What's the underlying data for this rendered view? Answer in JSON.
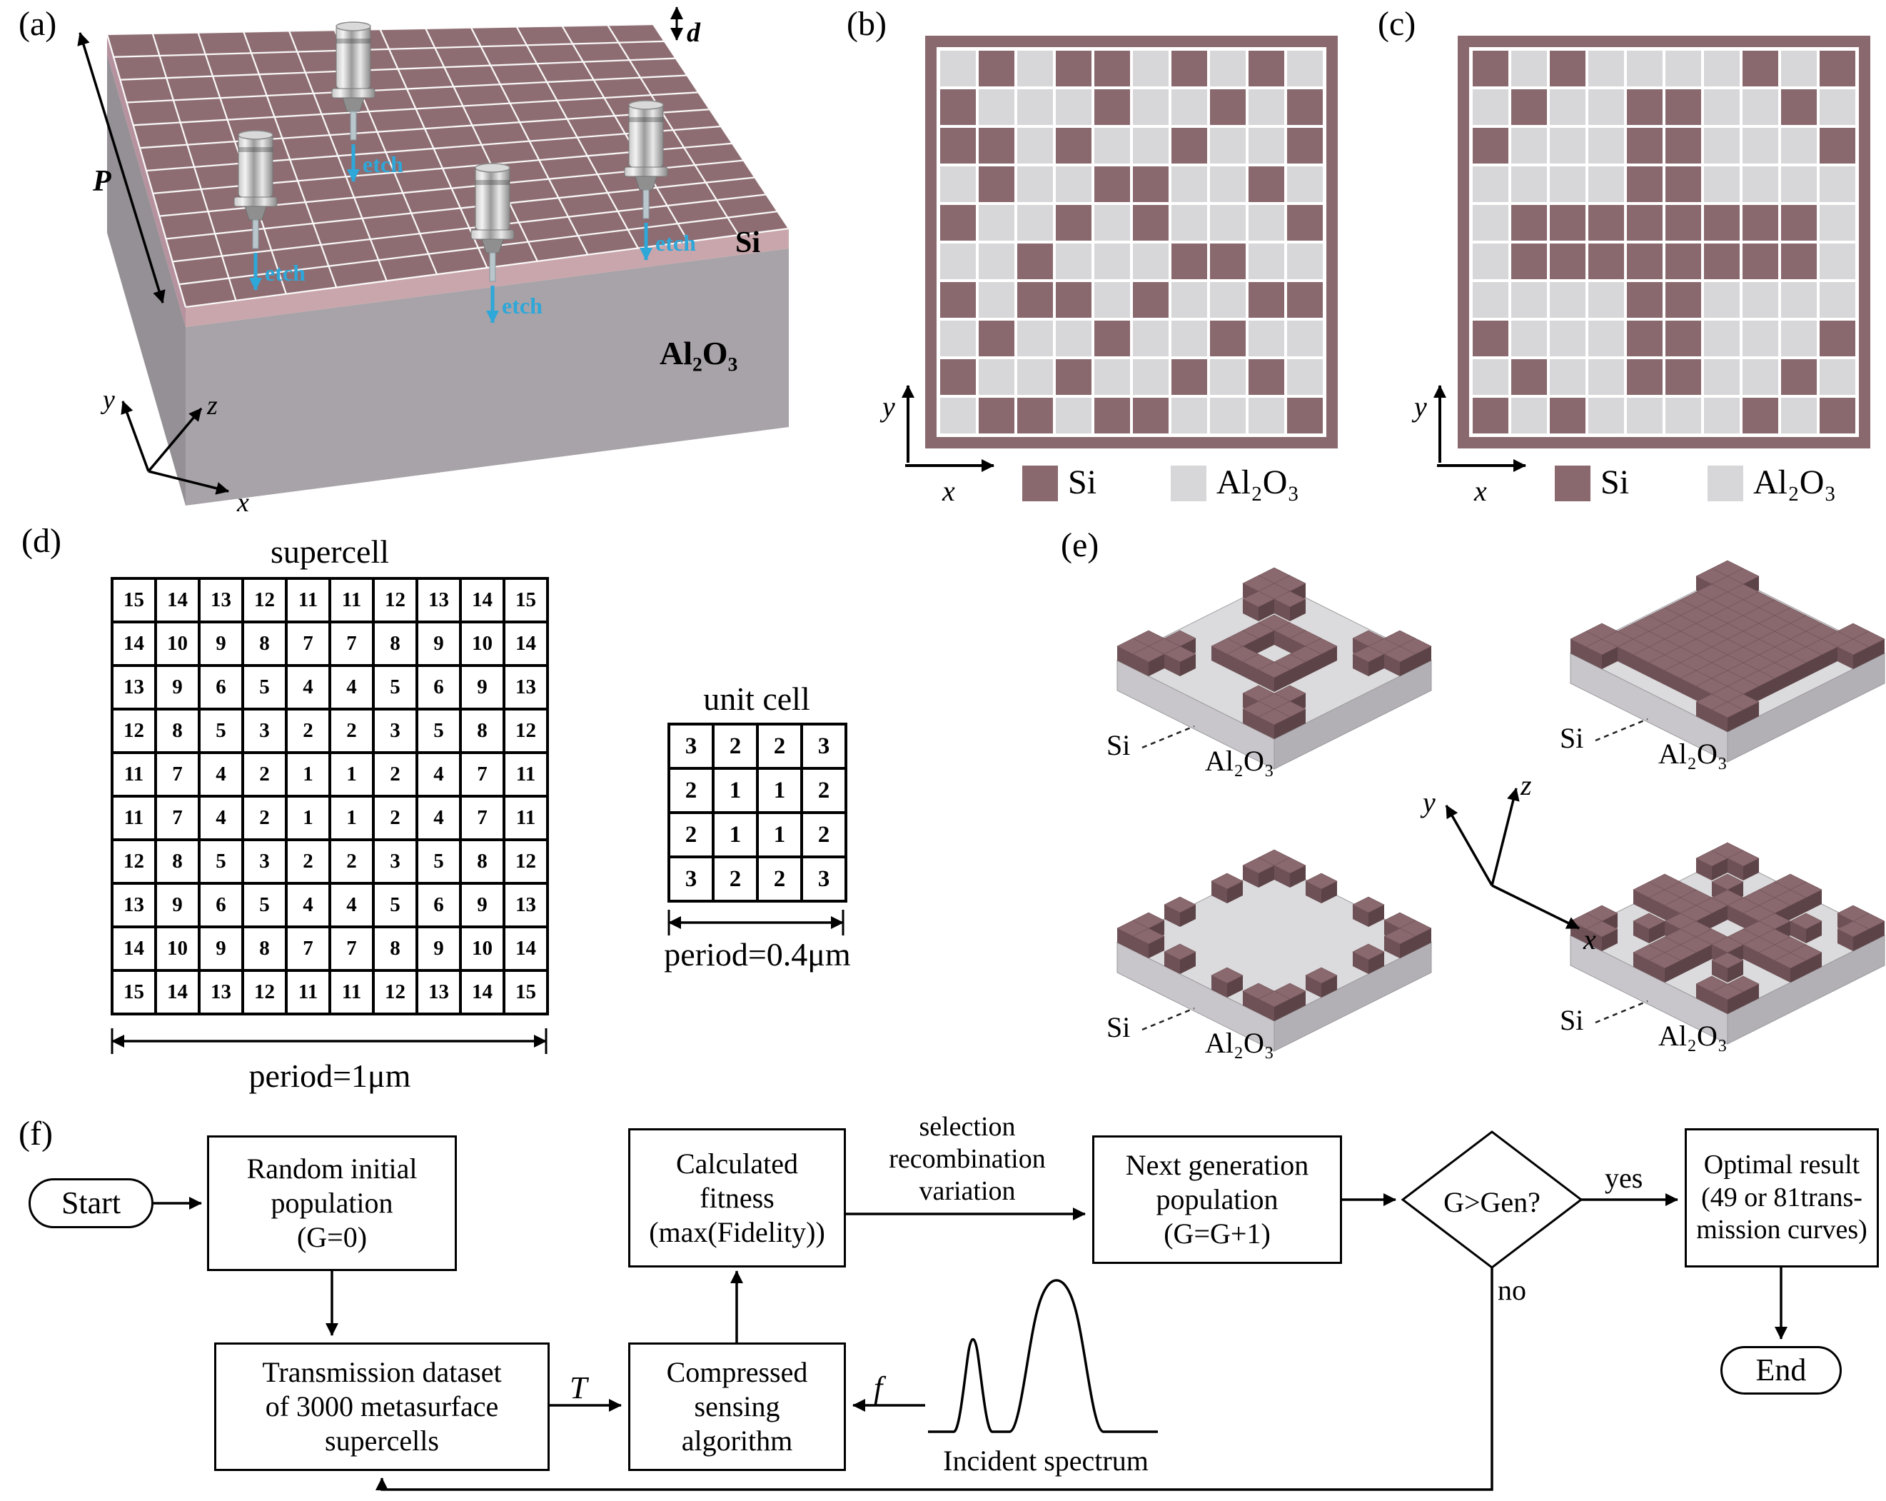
{
  "colors": {
    "si": "#8a696e",
    "si_left": "#6d5156",
    "si_right": "#5c4347",
    "cell_light": "#d7d6d8",
    "al2o3_top": "#dbdadc",
    "al2o3_left": "#c8c6ca",
    "al2o3_right": "#b2b0b4",
    "slab_top": "#8d6d72",
    "slab_si_strip": "#c9a6ab",
    "slab_si_strip_left": "#b6929e",
    "slab_front": "#a8a3a8",
    "slab_left": "#959095",
    "etch": "#2ea7d9"
  },
  "panel_a": {
    "tag": "(a)",
    "labels": {
      "d": "d",
      "P": "P",
      "si": "Si",
      "al2o3": "Al₂O₃",
      "x": "x",
      "y": "y",
      "z": "z"
    },
    "etch": "etch"
  },
  "panel_b": {
    "tag": "(b)",
    "axis_x": "x",
    "axis_y": "y",
    "legend_si": "Si",
    "legend_al2o3": "Al₂O₃",
    "grid": [
      [
        0,
        1,
        0,
        1,
        1,
        0,
        1,
        0,
        1,
        0
      ],
      [
        1,
        0,
        0,
        0,
        1,
        0,
        0,
        1,
        0,
        1
      ],
      [
        1,
        1,
        0,
        1,
        0,
        0,
        1,
        0,
        0,
        1
      ],
      [
        0,
        1,
        0,
        0,
        1,
        1,
        0,
        0,
        1,
        0
      ],
      [
        1,
        0,
        0,
        1,
        0,
        1,
        0,
        0,
        0,
        1
      ],
      [
        0,
        0,
        1,
        0,
        0,
        0,
        1,
        1,
        0,
        0
      ],
      [
        1,
        0,
        1,
        1,
        0,
        1,
        0,
        0,
        1,
        1
      ],
      [
        0,
        1,
        0,
        0,
        1,
        0,
        0,
        1,
        0,
        0
      ],
      [
        1,
        0,
        0,
        1,
        0,
        0,
        1,
        0,
        1,
        0
      ],
      [
        0,
        1,
        1,
        0,
        1,
        1,
        0,
        0,
        0,
        1
      ]
    ]
  },
  "panel_c": {
    "tag": "(c)",
    "axis_x": "x",
    "axis_y": "y",
    "legend_si": "Si",
    "legend_al2o3": "Al₂O₃",
    "grid": [
      [
        1,
        0,
        1,
        0,
        0,
        0,
        0,
        1,
        0,
        1
      ],
      [
        0,
        1,
        0,
        0,
        1,
        1,
        0,
        0,
        1,
        0
      ],
      [
        1,
        0,
        0,
        0,
        1,
        1,
        0,
        0,
        0,
        1
      ],
      [
        0,
        0,
        0,
        0,
        1,
        1,
        0,
        0,
        0,
        0
      ],
      [
        0,
        1,
        1,
        1,
        1,
        1,
        1,
        1,
        1,
        0
      ],
      [
        0,
        1,
        1,
        1,
        1,
        1,
        1,
        1,
        1,
        0
      ],
      [
        0,
        0,
        0,
        0,
        1,
        1,
        0,
        0,
        0,
        0
      ],
      [
        1,
        0,
        0,
        0,
        1,
        1,
        0,
        0,
        0,
        1
      ],
      [
        0,
        1,
        0,
        0,
        1,
        1,
        0,
        0,
        1,
        0
      ],
      [
        1,
        0,
        1,
        0,
        0,
        0,
        0,
        1,
        0,
        1
      ]
    ]
  },
  "panel_d": {
    "tag": "(d)",
    "supercell_title": "supercell",
    "supercell_period": "period=1μm",
    "unitcell_title": "unit cell",
    "unitcell_period": "period=0.4μm",
    "supercell": [
      [
        15,
        14,
        13,
        12,
        11,
        11,
        12,
        13,
        14,
        15
      ],
      [
        14,
        10,
        9,
        8,
        7,
        7,
        8,
        9,
        10,
        14
      ],
      [
        13,
        9,
        6,
        5,
        4,
        4,
        5,
        6,
        9,
        13
      ],
      [
        12,
        8,
        5,
        3,
        2,
        2,
        3,
        5,
        8,
        12
      ],
      [
        11,
        7,
        4,
        2,
        1,
        1,
        2,
        4,
        7,
        11
      ],
      [
        11,
        7,
        4,
        2,
        1,
        1,
        2,
        4,
        7,
        11
      ],
      [
        12,
        8,
        5,
        3,
        2,
        2,
        3,
        5,
        8,
        12
      ],
      [
        13,
        9,
        6,
        5,
        4,
        4,
        5,
        6,
        9,
        13
      ],
      [
        14,
        10,
        9,
        8,
        7,
        7,
        8,
        9,
        10,
        14
      ],
      [
        15,
        14,
        13,
        12,
        11,
        11,
        12,
        13,
        14,
        15
      ]
    ],
    "unitcell": [
      [
        3,
        2,
        2,
        3
      ],
      [
        2,
        1,
        1,
        2
      ],
      [
        2,
        1,
        1,
        2
      ],
      [
        3,
        2,
        2,
        3
      ]
    ]
  },
  "panel_e": {
    "tag": "(e)",
    "axis_x": "x",
    "axis_y": "y",
    "axis_z": "z",
    "tiles": [
      {
        "si": "Si",
        "al2o3": "Al₂O₃",
        "pattern": [
          [
            1,
            1,
            0,
            0,
            0,
            0,
            0,
            0,
            1,
            1
          ],
          [
            1,
            1,
            1,
            0,
            0,
            0,
            0,
            1,
            1,
            1
          ],
          [
            0,
            1,
            0,
            0,
            0,
            0,
            0,
            0,
            1,
            0
          ],
          [
            0,
            0,
            0,
            1,
            1,
            1,
            1,
            0,
            0,
            0
          ],
          [
            0,
            0,
            0,
            1,
            0,
            0,
            1,
            0,
            0,
            0
          ],
          [
            0,
            0,
            0,
            1,
            0,
            0,
            1,
            0,
            0,
            0
          ],
          [
            0,
            0,
            0,
            1,
            1,
            1,
            1,
            0,
            0,
            0
          ],
          [
            0,
            1,
            0,
            0,
            0,
            0,
            0,
            0,
            1,
            0
          ],
          [
            1,
            1,
            1,
            0,
            0,
            0,
            0,
            1,
            1,
            1
          ],
          [
            1,
            1,
            0,
            0,
            0,
            0,
            0,
            0,
            1,
            1
          ]
        ]
      },
      {
        "si": "Si",
        "al2o3": "Al₂O₃",
        "pattern": [
          [
            1,
            1,
            0,
            0,
            0,
            0,
            0,
            0,
            1,
            1
          ],
          [
            1,
            1,
            1,
            1,
            1,
            1,
            1,
            1,
            1,
            1
          ],
          [
            0,
            1,
            1,
            1,
            1,
            1,
            1,
            1,
            1,
            0
          ],
          [
            0,
            1,
            1,
            1,
            1,
            1,
            1,
            1,
            1,
            0
          ],
          [
            0,
            1,
            1,
            1,
            1,
            1,
            1,
            1,
            1,
            0
          ],
          [
            0,
            1,
            1,
            1,
            1,
            1,
            1,
            1,
            1,
            0
          ],
          [
            0,
            1,
            1,
            1,
            1,
            1,
            1,
            1,
            1,
            0
          ],
          [
            0,
            1,
            1,
            1,
            1,
            1,
            1,
            1,
            1,
            0
          ],
          [
            1,
            1,
            1,
            1,
            1,
            1,
            1,
            1,
            1,
            1
          ],
          [
            1,
            1,
            0,
            0,
            0,
            0,
            0,
            0,
            1,
            1
          ]
        ]
      },
      {
        "si": "Si",
        "al2o3": "Al₂O₃",
        "pattern": [
          [
            1,
            1,
            0,
            1,
            0,
            0,
            1,
            0,
            1,
            1
          ],
          [
            1,
            0,
            0,
            0,
            0,
            0,
            0,
            0,
            0,
            1
          ],
          [
            0,
            0,
            0,
            0,
            0,
            0,
            0,
            0,
            0,
            0
          ],
          [
            1,
            0,
            0,
            0,
            0,
            0,
            0,
            0,
            0,
            1
          ],
          [
            0,
            0,
            0,
            0,
            0,
            0,
            0,
            0,
            0,
            0
          ],
          [
            0,
            0,
            0,
            0,
            0,
            0,
            0,
            0,
            0,
            0
          ],
          [
            1,
            0,
            0,
            0,
            0,
            0,
            0,
            0,
            0,
            1
          ],
          [
            0,
            0,
            0,
            0,
            0,
            0,
            0,
            0,
            0,
            0
          ],
          [
            1,
            0,
            0,
            0,
            0,
            0,
            0,
            0,
            0,
            1
          ],
          [
            1,
            1,
            0,
            1,
            0,
            0,
            1,
            0,
            1,
            1
          ]
        ]
      },
      {
        "si": "Si",
        "al2o3": "Al₂O₃",
        "pattern": [
          [
            1,
            1,
            0,
            0,
            1,
            1,
            0,
            0,
            1,
            1
          ],
          [
            1,
            0,
            0,
            0,
            1,
            1,
            0,
            0,
            0,
            1
          ],
          [
            0,
            0,
            1,
            0,
            1,
            1,
            0,
            1,
            0,
            0
          ],
          [
            0,
            0,
            0,
            1,
            1,
            1,
            1,
            0,
            0,
            0
          ],
          [
            1,
            1,
            1,
            1,
            0,
            0,
            1,
            1,
            1,
            1
          ],
          [
            1,
            1,
            1,
            1,
            0,
            0,
            1,
            1,
            1,
            1
          ],
          [
            0,
            0,
            0,
            1,
            1,
            1,
            1,
            0,
            0,
            0
          ],
          [
            0,
            0,
            1,
            0,
            1,
            1,
            0,
            1,
            0,
            0
          ],
          [
            1,
            0,
            0,
            0,
            1,
            1,
            0,
            0,
            0,
            1
          ],
          [
            1,
            1,
            0,
            0,
            1,
            1,
            0,
            0,
            1,
            1
          ]
        ]
      }
    ]
  },
  "panel_f": {
    "tag": "(f)",
    "start": "Start",
    "end": "End",
    "decision": "G>Gen?",
    "boxes": {
      "random": [
        "Random initial",
        "population",
        "(G=0)"
      ],
      "transmission": [
        "Transmission dataset",
        "of 3000 metasurface",
        "supercells"
      ],
      "calculated": [
        "Calculated",
        "fitness",
        "(max(Fidelity))"
      ],
      "compressed": [
        "Compressed",
        "sensing",
        "algorithm"
      ],
      "next": [
        "Next generation",
        "population",
        "(G=G+1)"
      ],
      "optimal": [
        "Optimal result",
        "(49 or 81trans-",
        "mission curves)"
      ]
    },
    "labels": {
      "T": "T",
      "f": "f",
      "yes": "yes",
      "no": "no",
      "selection": [
        "selection",
        "recombination",
        "variation"
      ],
      "incident": "Incident spectrum"
    }
  }
}
